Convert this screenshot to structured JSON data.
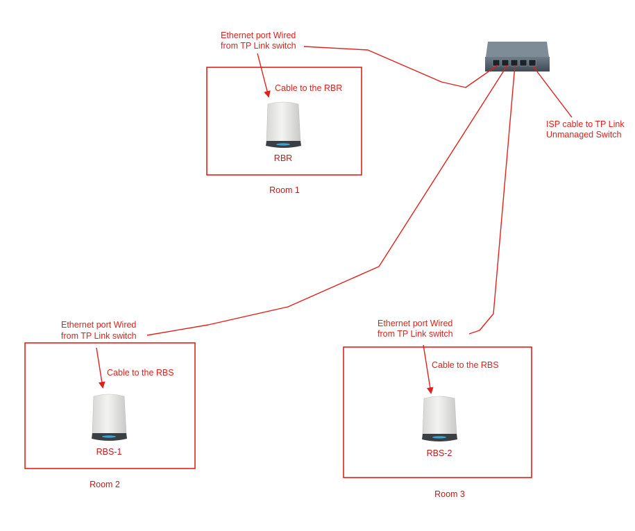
{
  "switch": {
    "isp_label_line1": "ISP cable to TP Link",
    "isp_label_line2": "Unmanaged Switch"
  },
  "rooms": [
    {
      "room_label": "Room 1",
      "port_label_line1": "Ethernet port Wired",
      "port_label_line2": "from TP Link switch",
      "cable_label": "Cable to the RBR",
      "device_label": "RBR"
    },
    {
      "room_label": "Room 2",
      "port_label_line1": "Ethernet port Wired",
      "port_label_line2": "from TP Link switch",
      "cable_label": "Cable to the RBS",
      "device_label": "RBS-1"
    },
    {
      "room_label": "Room 3",
      "port_label_line1": "Ethernet port Wired",
      "port_label_line2": "from TP Link switch",
      "cable_label": "Cable to the RBS",
      "device_label": "RBS-2"
    }
  ],
  "colors": {
    "wire": "#e0201b",
    "switch_body": "#5c6b78",
    "device_body": "#ecedeb",
    "device_accent": "#37a6d9"
  }
}
